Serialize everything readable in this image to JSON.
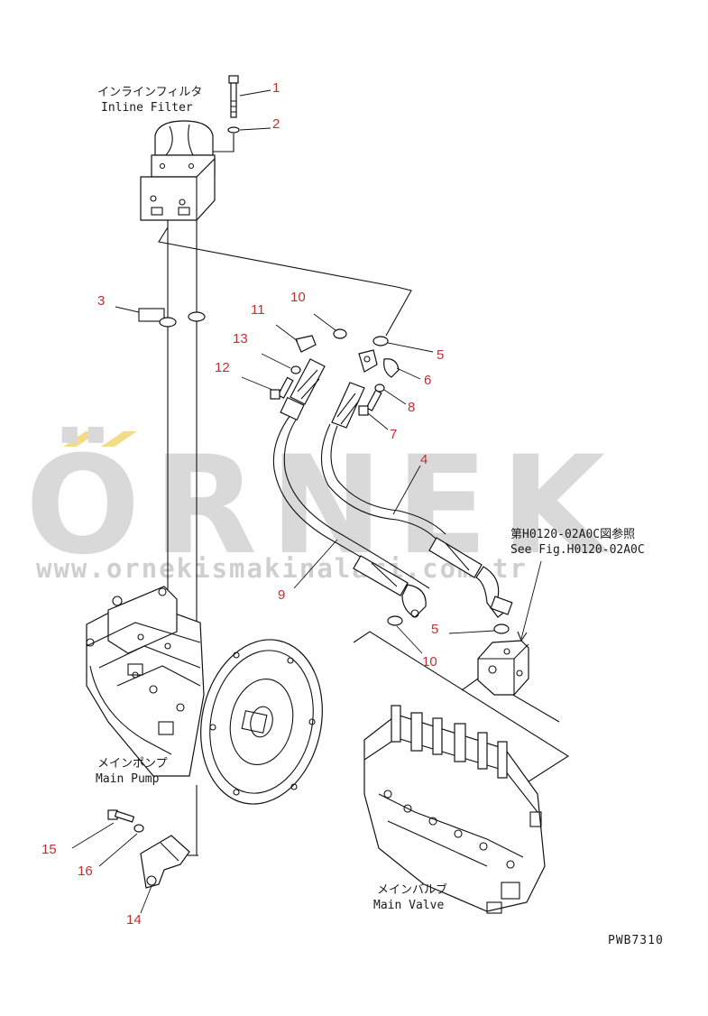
{
  "labels": {
    "inline_filter_ja": "インラインフィルタ",
    "inline_filter_en": "Inline Filter",
    "see_fig_ja": "第H0120-02A0C図参照",
    "see_fig_en": "See Fig.H0120-02A0C",
    "main_pump_ja": "メインポンプ",
    "main_pump_en": "Main Pump",
    "main_valve_ja": "メインバルブ",
    "main_valve_en": "Main Valve",
    "drawing_code": "PWB7310"
  },
  "callouts": {
    "c1": "1",
    "c2": "2",
    "c3": "3",
    "c4": "4",
    "c5a": "5",
    "c5b": "5",
    "c6": "6",
    "c7": "7",
    "c8": "8",
    "c9": "9",
    "c10a": "10",
    "c10b": "10",
    "c11": "11",
    "c12": "12",
    "c13": "13",
    "c14": "14",
    "c15": "15",
    "c16": "16"
  },
  "watermark": {
    "brand": "ÖRNEK",
    "url": "www.ornekismakinalari.com.tr",
    "accent_color": "#f2dc8a"
  },
  "colors": {
    "line": "#111111",
    "callout": "#c03030",
    "watermark": "#d9d9d9"
  }
}
